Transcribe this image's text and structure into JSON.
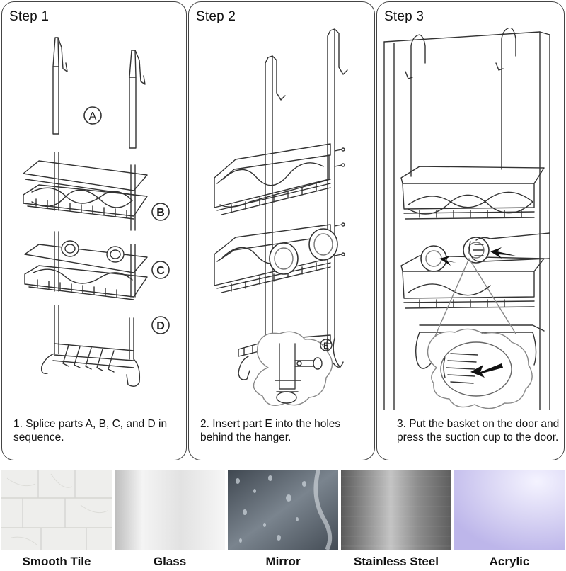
{
  "steps": [
    {
      "title": "Step 1",
      "caption": "1. Splice parts A, B, C, and D in sequence.",
      "parts": [
        "A",
        "B",
        "C",
        "D"
      ]
    },
    {
      "title": "Step 2",
      "caption": "2. Insert part  E into the holes behind the hanger.",
      "parts": [
        "E"
      ]
    },
    {
      "title": "Step 3",
      "caption": "3. Put the basket on the door and press the suction cup to the door."
    }
  ],
  "surfaces": [
    {
      "label": "Smooth Tile",
      "color": "#eeeeec"
    },
    {
      "label": "Glass",
      "color": "#e6e6e6"
    },
    {
      "label": "Mirror",
      "color": "#5d6670"
    },
    {
      "label": "Stainless Steel",
      "color": "#7a7a7a"
    },
    {
      "label": "Acrylic",
      "color": "#d7d3f2"
    }
  ]
}
